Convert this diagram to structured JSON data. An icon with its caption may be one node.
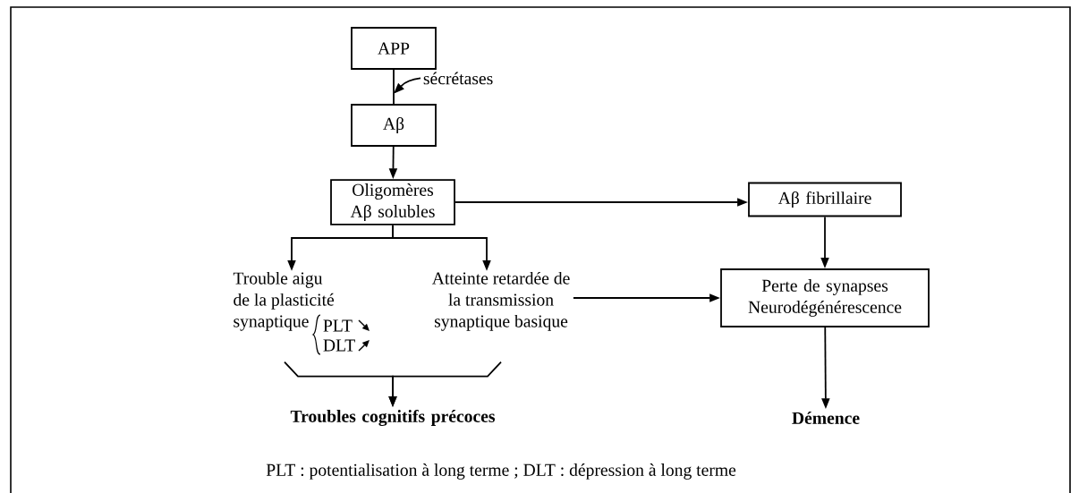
{
  "diagram": {
    "nodes": [
      {
        "text": [
          "APP"
        ]
      },
      {
        "text": [
          "Aβ"
        ]
      },
      {
        "text": [
          "Oligomères Aβ solubles"
        ]
      },
      {
        "text": [
          "Aβ  fibrillaire"
        ]
      },
      {
        "text": [
          "Trouble aigu de la plasticité synaptique",
          "PLT",
          "DLT"
        ]
      },
      {
        "text": [
          "Atteinte retardée de la transmission synaptique basique"
        ]
      },
      {
        "text": [
          "Perte de synapses Neurodégénérescence"
        ]
      },
      {
        "text": [
          "Troubles cognitifs précoces"
        ]
      },
      {
        "text": [
          "Démence"
        ]
      }
    ],
    "edges": [
      {
        "from": 0,
        "to": 1,
        "arrow": "none",
        "label": "sécrétases"
      },
      {
        "from": 1,
        "to": 2,
        "arrow": "to"
      },
      {
        "from": 2,
        "to": 3,
        "arrow": "to"
      },
      {
        "from": 2,
        "to": 4,
        "arrow": "to"
      },
      {
        "from": 2,
        "to": 5,
        "arrow": "to"
      },
      {
        "from": 3,
        "to": 6,
        "arrow": "to"
      },
      {
        "from": 5,
        "to": 6,
        "arrow": "to"
      },
      {
        "from": 4,
        "to": 7,
        "arrow": "to"
      },
      {
        "from": 5,
        "to": 7,
        "arrow": "to"
      },
      {
        "from": 6,
        "to": 8,
        "arrow": "to"
      }
    ],
    "labels": [
      "PLT : potentialisation à long terme ; DLT : dépression à long terme"
    ]
  }
}
